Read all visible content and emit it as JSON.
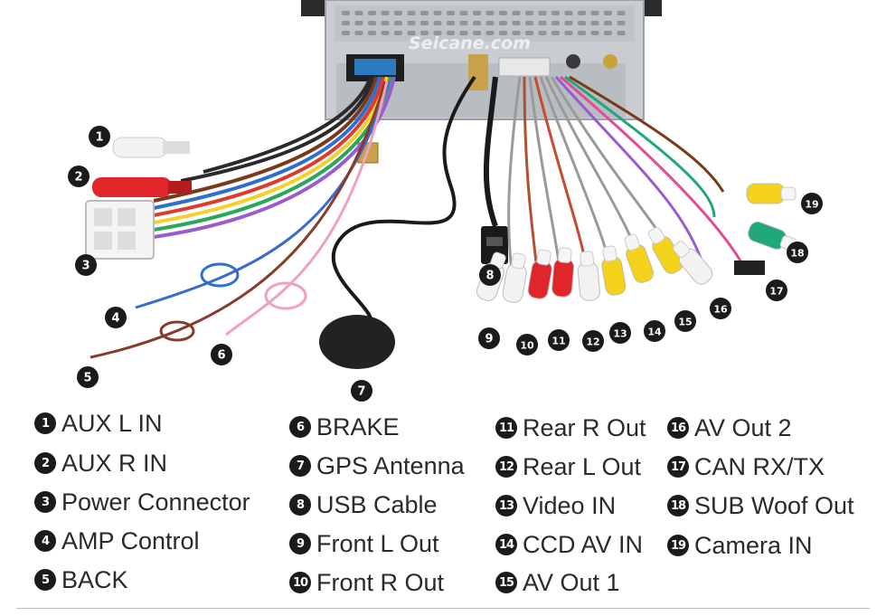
{
  "watermark": "Seicane.com",
  "colors": {
    "unit": "#c8ccd0",
    "bracket": "#2b2b2b",
    "marker": "#1b1b1b",
    "rca_red": "#e0262b",
    "rca_white": "#f2f2f2",
    "rca_yellow": "#f4d21a",
    "rca_green": "#21a878",
    "usb_body": "#1a1a1a",
    "gps_body": "#222222",
    "label_text": "#2a2a2a"
  },
  "markers": [
    "1",
    "2",
    "3",
    "4",
    "5",
    "6",
    "7",
    "8",
    "9",
    "10",
    "11",
    "12",
    "13",
    "14",
    "15",
    "16",
    "17",
    "18",
    "19"
  ],
  "legend": [
    {
      "num": "1",
      "label": "AUX L IN"
    },
    {
      "num": "2",
      "label": "AUX R IN"
    },
    {
      "num": "3",
      "label": "Power Connector"
    },
    {
      "num": "4",
      "label": "AMP Control"
    },
    {
      "num": "5",
      "label": "BACK"
    },
    {
      "num": "6",
      "label": "BRAKE"
    },
    {
      "num": "7",
      "label": "GPS Antenna"
    },
    {
      "num": "8",
      "label": "USB Cable"
    },
    {
      "num": "9",
      "label": "Front L Out"
    },
    {
      "num": "10",
      "label": "Front R Out"
    },
    {
      "num": "11",
      "label": "Rear R Out"
    },
    {
      "num": "12",
      "label": "Rear L Out"
    },
    {
      "num": "13",
      "label": "Video IN"
    },
    {
      "num": "14",
      "label": "CCD AV IN"
    },
    {
      "num": "15",
      "label": "AV Out 1"
    },
    {
      "num": "16",
      "label": "AV Out 2"
    },
    {
      "num": "17",
      "label": "CAN RX/TX"
    },
    {
      "num": "18",
      "label": "SUB Woof Out"
    },
    {
      "num": "19",
      "label": "Camera IN"
    }
  ]
}
